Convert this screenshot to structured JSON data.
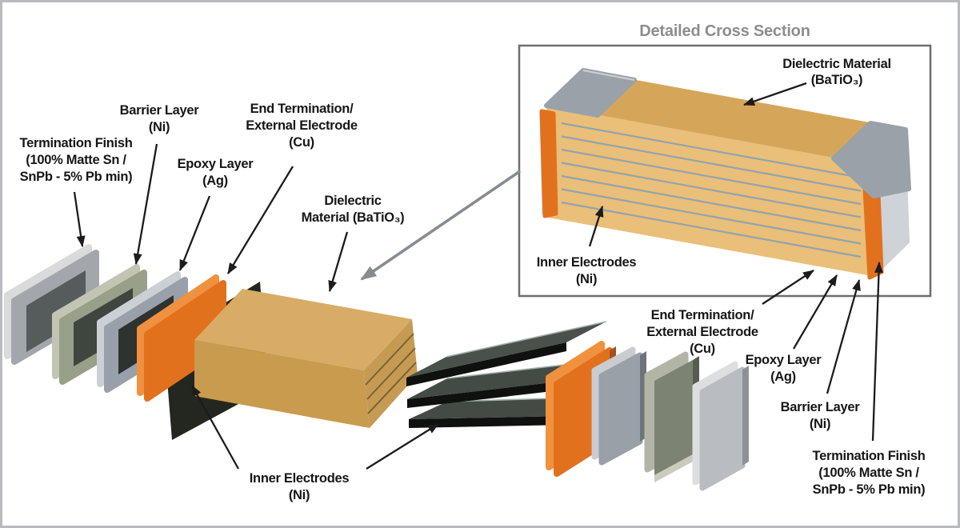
{
  "figure": {
    "description": "Exploded view diagram of a multilayer ceramic capacitor (MLCC) construction with detailed cross section inset"
  },
  "cross_section": {
    "title": "Detailed Cross Section",
    "labels": {
      "dielectric": [
        "Dielectric Material",
        "(BaTiO₃)"
      ],
      "inner_electrodes": [
        "Inner Electrodes",
        "(Ni)"
      ],
      "end_termination": [
        "End Termination/",
        "External Electrode",
        "(Cu)"
      ],
      "epoxy": [
        "Epoxy Layer",
        "(Ag)"
      ],
      "barrier": [
        "Barrier Layer",
        "(Ni)"
      ],
      "finish": [
        "Termination Finish",
        "(100% Matte Sn /",
        "SnPb - 5% Pb min)"
      ]
    }
  },
  "exploded": {
    "labels": {
      "finish": [
        "Termination Finish",
        "(100% Matte Sn /",
        "SnPb - 5% Pb min)"
      ],
      "barrier": [
        "Barrier Layer",
        "(Ni)"
      ],
      "epoxy": [
        "Epoxy Layer",
        "(Ag)"
      ],
      "end_termination": [
        "End Termination/",
        "External Electrode",
        "(Cu)"
      ],
      "dielectric": [
        "Dielectric",
        "Material (BaTiO₃)"
      ],
      "inner_electrodes": [
        "Inner Electrodes",
        "(Ni)"
      ]
    }
  },
  "colors": {
    "background": "#ffffff",
    "frame_border": "#b7bbbf",
    "box_border": "#6e6e6e",
    "title_gray": "#8d8d8d",
    "text": "#161616",
    "arrow_black": "#1c1c1c",
    "arrow_gray": "#878c91",
    "dielectric_top": "#d5a65a",
    "dielectric_front": "#e9bf79",
    "dielectric_block_front": "#c89b4f",
    "dielectric_block_top": "#d8ac66",
    "electrode_line": "#93a4ab",
    "copper": "#e2711d",
    "copper_light": "#f0913f",
    "copper_dark": "#a3521a",
    "nickel_face": "#99a089",
    "nickel_light": "#c2c5b2",
    "nickel_dark_inset": "#3f463f",
    "silver_face": "#a3a7ab",
    "silver_light": "#d8dadb",
    "silver_dark_inset": "#565b5c",
    "epoxy_face": "#99a0a9",
    "epoxy_light": "#ccd0d4",
    "epoxy_dark_inset": "#2e332f",
    "cap_gray": "#9aa1a8",
    "side_silver": "#cfd2d6",
    "electrode_dark": "#23271f",
    "electrode_plate": "#434b44"
  }
}
